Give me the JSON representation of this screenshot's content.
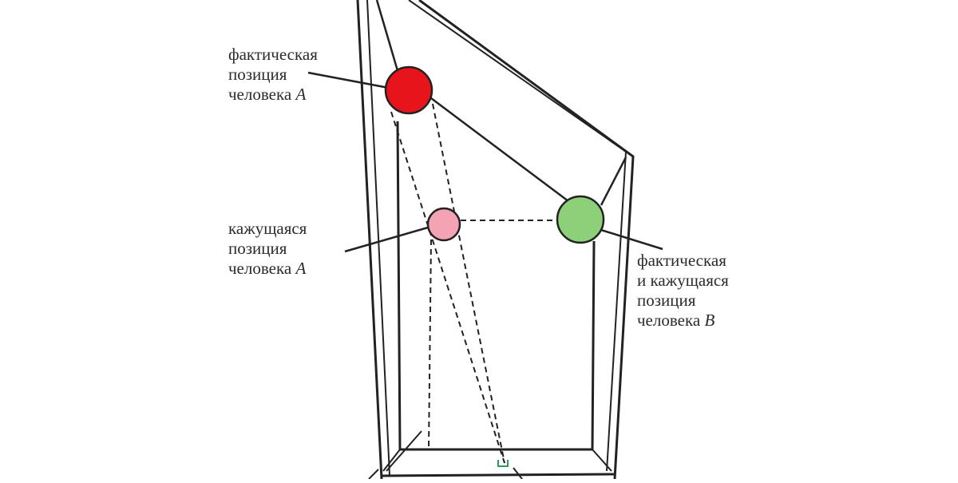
{
  "labels": {
    "a_actual": {
      "lines": [
        "фактическая",
        "позиция",
        "человека"
      ],
      "person": "A"
    },
    "a_apparent": {
      "lines": [
        "кажущаяся",
        "позиция",
        "человека"
      ],
      "person": "A"
    },
    "b_both": {
      "lines": [
        "фактическая",
        "и кажущаяся",
        "позиция",
        "человека"
      ],
      "person": "B"
    }
  },
  "colors": {
    "person_a_actual": "#e8141b",
    "person_a_apparent": "#f4a3b4",
    "person_b": "#8ed07a",
    "right_angle_mark": "#2e9a5a",
    "lines": "#222222"
  }
}
